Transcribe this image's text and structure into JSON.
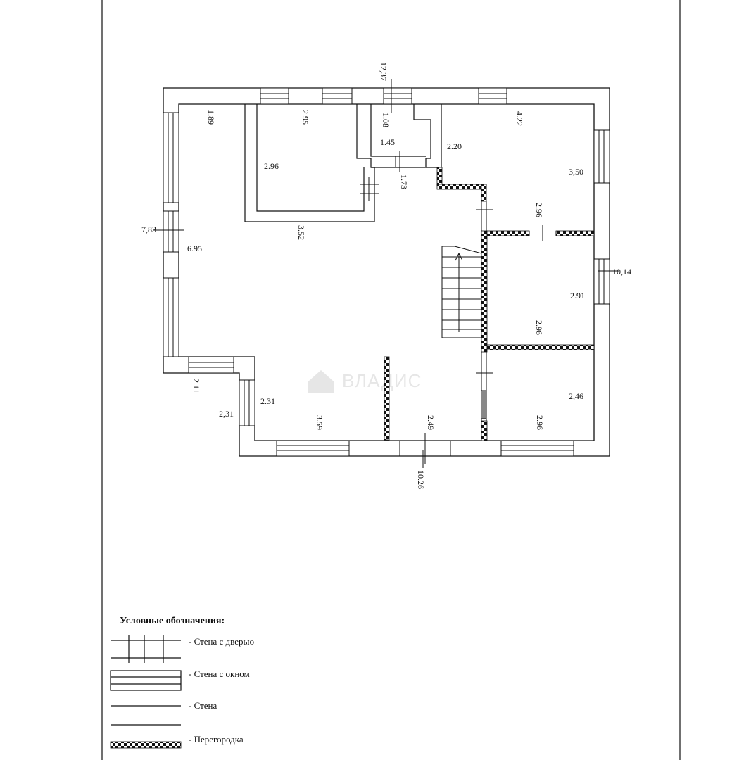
{
  "colors": {
    "line": "#111111",
    "partition": "#111111",
    "watermark": "#e6e6e6"
  },
  "dimensions": {
    "top_total": "12,37",
    "left_total": "7,83",
    "right_total": "10,14",
    "bottom_total": "10.26",
    "d_189": "1.89",
    "d_295": "2.95",
    "d_296a": "2.96",
    "d_108": "1.08",
    "d_145": "1.45",
    "d_173": "1.73",
    "d_220": "2.20",
    "d_422": "4.22",
    "d_350": "3,50",
    "d_296b": "2.96",
    "d_352": "3.52",
    "d_695": "6.95",
    "d_291": "2.91",
    "d_296c": "2.96",
    "d_211": "2.11",
    "d_231a": "2,31",
    "d_231b": "2.31",
    "d_359": "3.59",
    "d_249": "2.49",
    "d_246": "2,46",
    "d_296d": "2.96"
  },
  "watermark": {
    "text": "ВЛАДИС",
    "icon": "house-icon"
  },
  "legend": {
    "title": "Условные обозначения:",
    "items": [
      {
        "key": "door",
        "label": "- Стена с дверью"
      },
      {
        "key": "window",
        "label": "- Стена с окном"
      },
      {
        "key": "wall",
        "label": "- Стена"
      },
      {
        "key": "partition",
        "label": "- Перегородка"
      }
    ]
  }
}
